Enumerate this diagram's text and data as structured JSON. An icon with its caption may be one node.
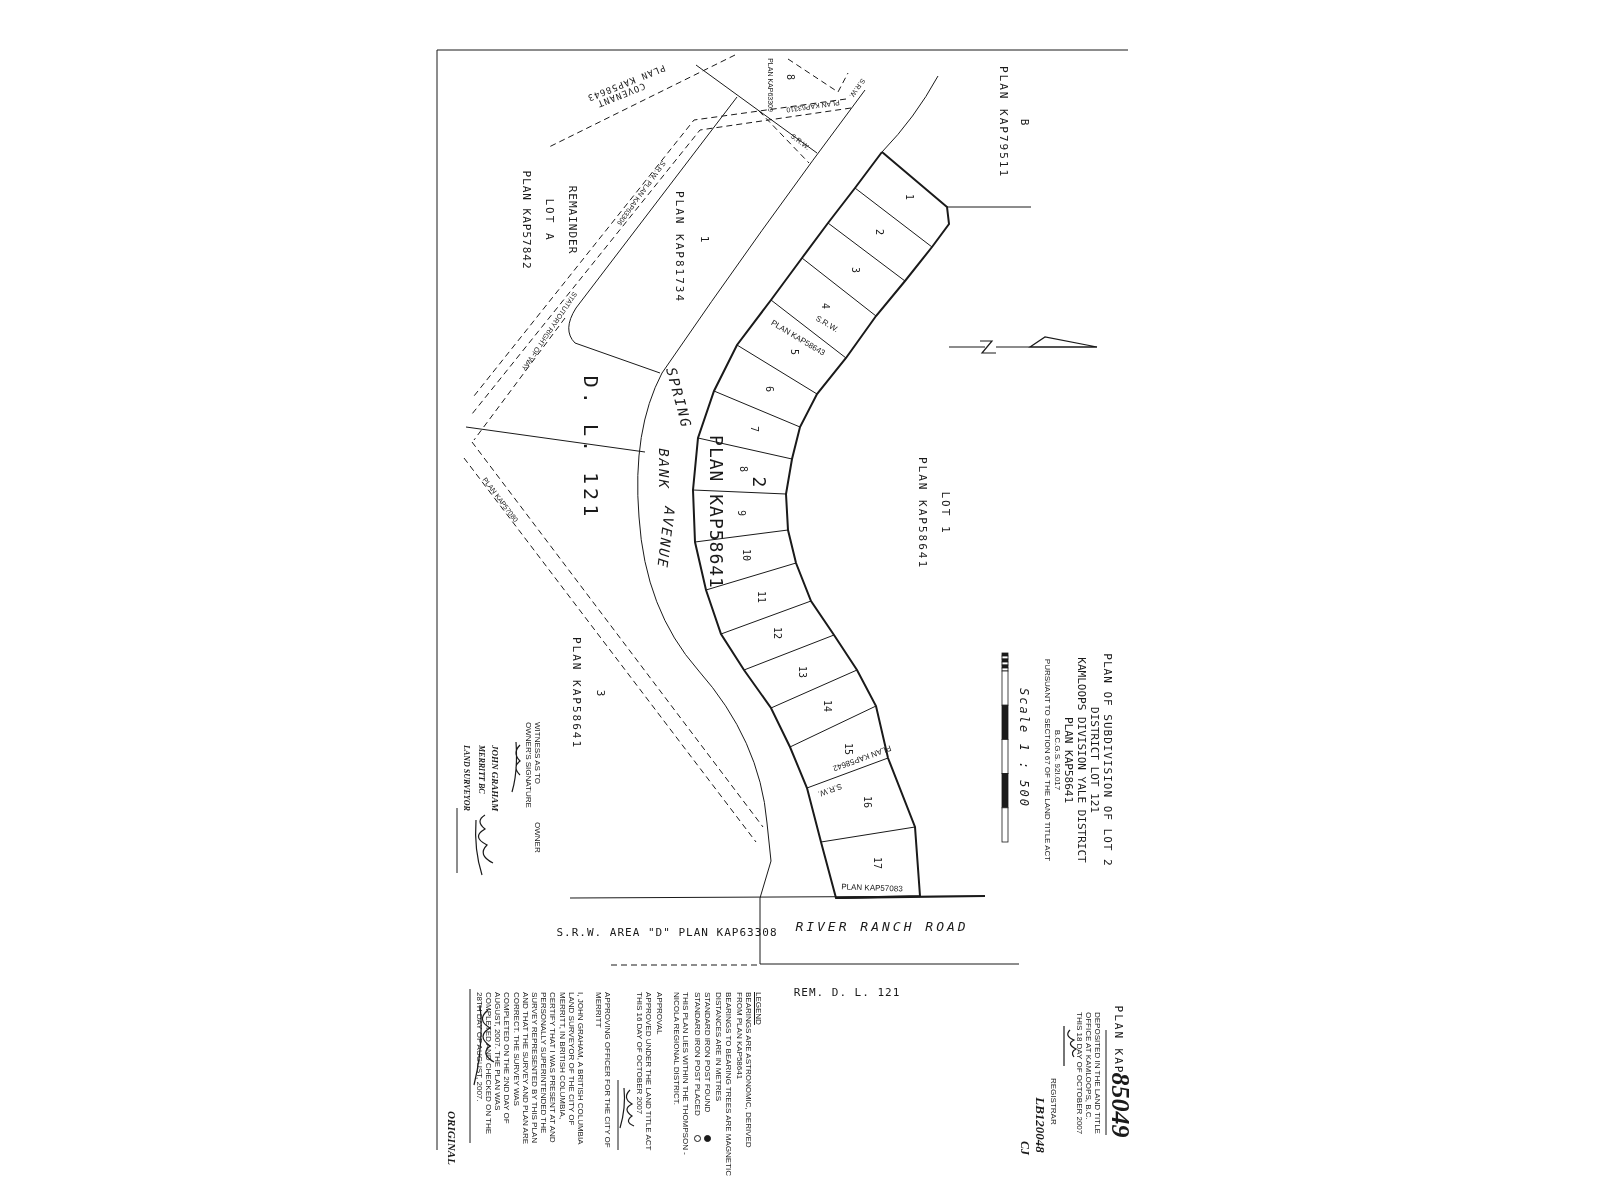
{
  "diagram": {
    "title": "PLAN OF SUBDIVISION OF LOT 2",
    "labels": [
      "PLAN KAP79511",
      "B",
      "COVENANT",
      "PLAN KAP58643",
      "8",
      "PLAN KAP63309",
      "S.R.W.",
      "PLAN KAP63310",
      "S.R.W.",
      "S.R.W. PLAN KAP63306",
      "STATUTORY RIGHT OF WAY",
      "REMAINDER",
      "LOT A",
      "PLAN KAP57842",
      "1",
      "PLAN KAP81734",
      "D. L. 121",
      "SPRING",
      "BANK",
      "AVENUE",
      "2",
      "PLAN KAP58641",
      "LOT 1",
      "PLAN KAP58641",
      "PLAN KAP57080",
      "3",
      "PLAN KAP58641",
      "S.R.W.",
      "PLAN KAP58643",
      "PLAN KAP58642",
      "S.R.W.",
      "PLAN KAP57083",
      "RIVER RANCH ROAD",
      "S.R.W. AREA \"D\" PLAN KAP63308",
      "REM. D. L. 121",
      "1",
      "2",
      "3",
      "4",
      "5",
      "6",
      "7",
      "8",
      "9",
      "10",
      "11",
      "12",
      "13",
      "14",
      "15",
      "16",
      "17",
      "DISTRICT LOT 121",
      "KAMLOOPS DIVISION YALE DISTRICT",
      "PLAN KAP58641",
      "B.C.G.S. 92I.017",
      "PURSUANT TO SECTION 67 OF THE LAND TITLE ACT",
      "Scale 1 : 500",
      "PLAN KAP",
      "85049",
      "DEPOSITED IN THE LAND TITLE OFFICE AT KAMLOOPS, B.C. THIS 18 DAY OF OCTOBER 2007",
      "REGISTRAR",
      "LB120048",
      "CJ",
      "LEGEND",
      "BEARINGS ARE ASTRONOMIC, DERIVED FROM PLAN KAP58641",
      "BEARINGS TO BEARING TREES ARE MAGNETIC",
      "DISTANCES ARE IN METRES",
      "THIS PLAN LIES WITHIN THE THOMPSON - NICOLA REGIONAL DISTRICT.",
      "APPROVAL",
      "APPROVED UNDER THE LAND TITLE ACT THIS 16 DAY OF OCTOBER 2007",
      "APPROVING OFFICER FOR THE CITY OF MERRITT",
      "I, JOHN GRAHAM, A BRITISH COLUMBIA LAND SURVEYOR OF THE CITY OF MERRITT, IN BRITISH COLUMBIA, CERTIFY THAT I WAS PRESENT AT AND PERSONALLY SUPERINTENDED THE SURVEY REPRESENTED BY THIS PLAN AND THAT THE SURVEY AND PLAN ARE CORRECT. THE SURVEY WAS COMPLETED ON THE 2ND DAY OF AUGUST, 2007. THE PLAN WAS COMPLETED AND CHECKED ON THE 28TH DAY OF AUGUST, 2007.",
      "WITNESS AS TO OWNER'S SIGNATURE",
      "JOHN GRAHAM",
      "MERRITT BC",
      "LAND SURVEYOR",
      "OWNER",
      "ORIGINAL"
    ],
    "legend": [
      {
        "text": "STANDARD IRON POST FOUND"
      },
      {
        "text": "STANDARD IRON POST PLACED"
      }
    ]
  }
}
